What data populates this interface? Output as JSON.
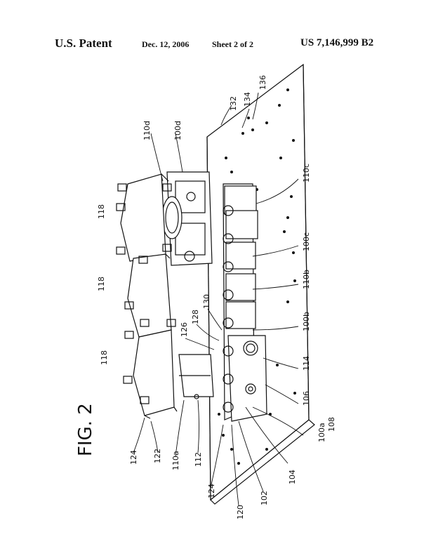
{
  "header": {
    "title": "U.S. Patent",
    "date": "Dec. 12, 2006",
    "sheet": "Sheet 2 of 2",
    "patent_number": "US 7,146,999 B2"
  },
  "figure": {
    "label": "FIG. 2",
    "reference_numerals": [
      "132",
      "134",
      "136",
      "110d",
      "100d",
      "118",
      "118",
      "118",
      "110c",
      "100c",
      "110b",
      "100b",
      "130",
      "128",
      "126",
      "114",
      "106",
      "108",
      "100a",
      "104",
      "102",
      "120",
      "124",
      "112",
      "110a",
      "122",
      "124"
    ]
  }
}
